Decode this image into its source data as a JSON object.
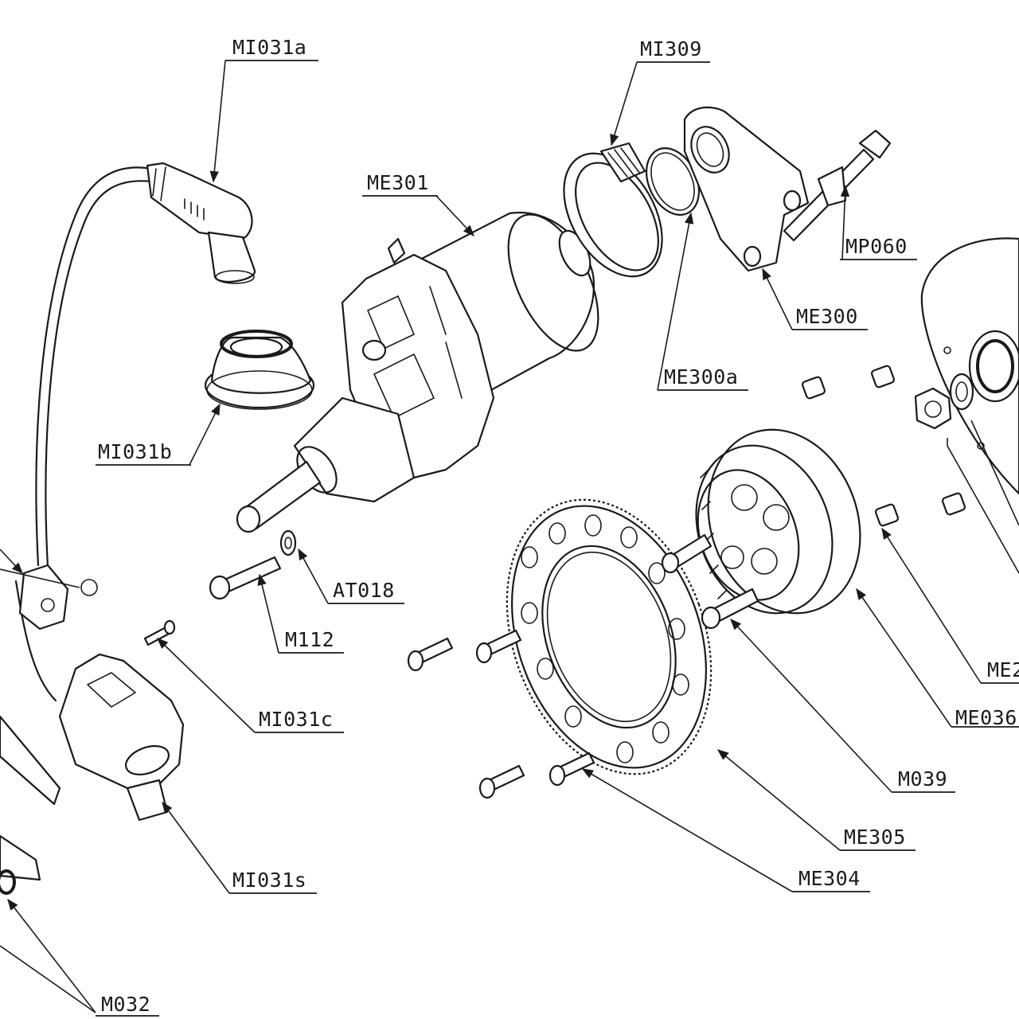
{
  "labels": {
    "MI031a": "MI031a",
    "MI309": "MI309",
    "ME301": "ME301",
    "MP060": "MP060",
    "ME300": "ME300",
    "ME300a": "ME300a",
    "MI031b": "MI031b",
    "AT018": "AT018",
    "M112": "M112",
    "MI031c": "MI031c",
    "ME2": "ME2",
    "ME036": "ME036",
    "M039": "M039",
    "ME305": "ME305",
    "ME304": "ME304",
    "MI031s": "MI031s",
    "M032": "M032"
  },
  "colors": {
    "line": "#1a1a1a",
    "background": "#ffffff"
  }
}
